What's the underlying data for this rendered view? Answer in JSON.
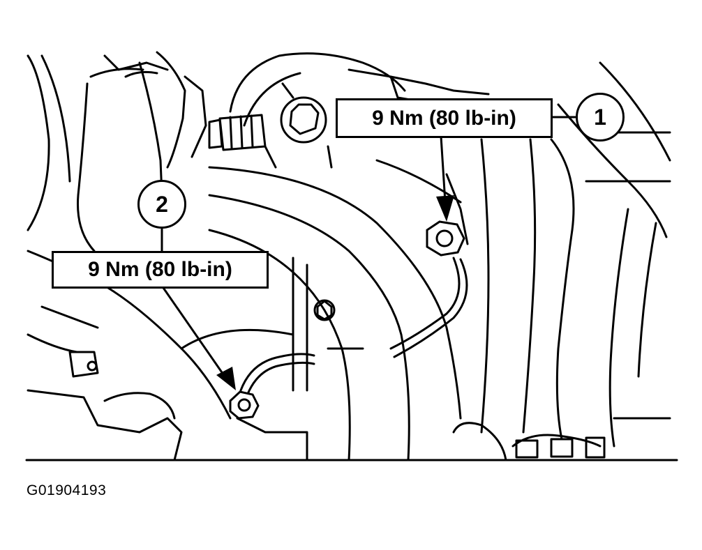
{
  "callouts": [
    {
      "number": "1",
      "torque": "9 Nm (80 lb-in)"
    },
    {
      "number": "2",
      "torque": "9 Nm (80 lb-in)"
    }
  ],
  "figure_id": "G01904193"
}
